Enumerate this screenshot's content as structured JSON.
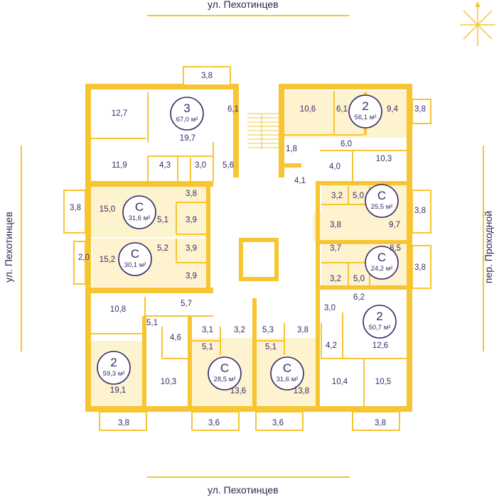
{
  "streets": {
    "top": "ул. Пехотинцев",
    "bottom": "ул. Пехотинцев",
    "left": "ул. Пехотинцев",
    "right": "пер. Проходной"
  },
  "colors": {
    "wall": "#f7c531",
    "tint": "#fdf3cf",
    "text": "#3a2a6a"
  },
  "icons": {
    "compass": "sun-compass-icon"
  },
  "apartments": [
    {
      "id": "apt-top-left",
      "type": "3",
      "area": "67,0 м²"
    },
    {
      "id": "apt-top-right",
      "type": "2",
      "area": "56,1 м²"
    },
    {
      "id": "apt-left-1",
      "type": "С",
      "area": "31,6 м²"
    },
    {
      "id": "apt-left-2",
      "type": "С",
      "area": "30,1 м²"
    },
    {
      "id": "apt-right-1",
      "type": "С",
      "area": "25,5 м²"
    },
    {
      "id": "apt-right-2",
      "type": "С",
      "area": "24,2 м²"
    },
    {
      "id": "apt-right-bottom",
      "type": "2",
      "area": "50,7 м²"
    },
    {
      "id": "apt-bottom-left",
      "type": "2",
      "area": "59,3 м²"
    },
    {
      "id": "apt-bottom-mid-1",
      "type": "С",
      "area": "28,5 м²"
    },
    {
      "id": "apt-bottom-mid-2",
      "type": "С",
      "area": "31,6 м²"
    }
  ],
  "rooms": [
    "3,8",
    "12,7",
    "19,7",
    "6,1",
    "10,6",
    "6,1",
    "9,4",
    "3,8",
    "11,9",
    "4,3",
    "3,0",
    "5,6",
    "1,8",
    "6,0",
    "10,3",
    "4,0",
    "4,1",
    "3,8",
    "15,0",
    "3,8",
    "5,1",
    "3,9",
    "3,2",
    "5,0",
    "3,8",
    "9,7",
    "3,8",
    "2,0",
    "15,2",
    "5,2",
    "3,9",
    "3,9",
    "3,7",
    "8,5",
    "3,2",
    "5,0",
    "3,8",
    "6,2",
    "10,8",
    "5,7",
    "3,0",
    "5,1",
    "3,1",
    "3,2",
    "5,3",
    "3,8",
    "4,6",
    "5,1",
    "5,1",
    "4,2",
    "12,6",
    "19,1",
    "10,3",
    "13,6",
    "13,8",
    "10,4",
    "10,5",
    "3,8",
    "3,6",
    "3,6",
    "3,8"
  ]
}
